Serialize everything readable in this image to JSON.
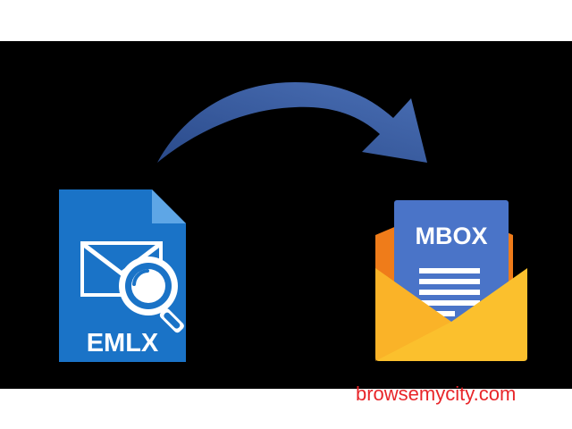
{
  "source_file": {
    "label": "EMLX",
    "icon": "emlx-file-search-icon",
    "color": "#1a73c7"
  },
  "arrow": {
    "icon": "curved-arrow-icon",
    "color": "#3b5fa0"
  },
  "target_file": {
    "label": "MBOX",
    "icon": "mbox-envelope-icon",
    "card_color": "#4a74c8",
    "envelope_color": "#fbc02d",
    "envelope_back_color": "#ef7c1a"
  },
  "watermark": {
    "text": "browsemycity.com",
    "color": "#e8262a"
  }
}
